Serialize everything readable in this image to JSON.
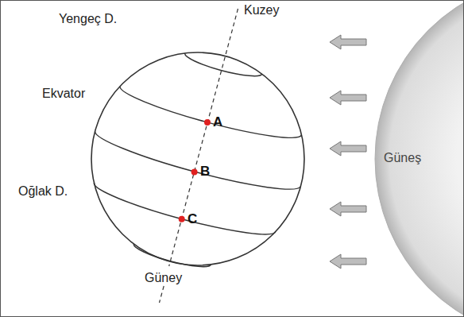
{
  "diagram": {
    "nodes": [
      {
        "text": [
          "Güneş"
        ]
      }
    ],
    "labels": [
      "Kuzey",
      "Yengeç D.",
      "Ekvator",
      "Oğlak D.",
      "A",
      "B",
      "C",
      "Güney"
    ]
  }
}
